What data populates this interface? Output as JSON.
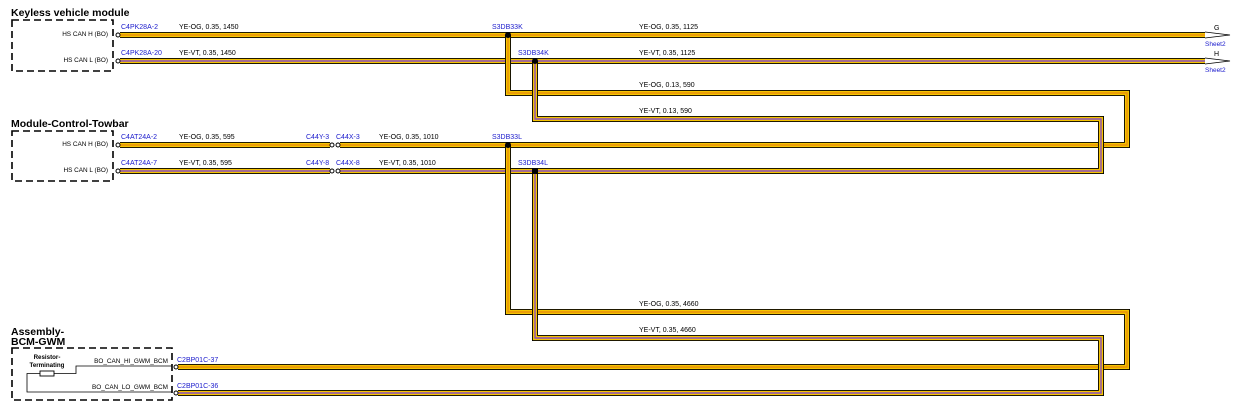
{
  "modules": {
    "keyless": {
      "title": "Keyless vehicle module",
      "pin_h": "HS CAN H (BO)",
      "pin_l": "HS CAN L (BO)"
    },
    "towbar": {
      "title": "Module-Control-Towbar",
      "pin_h": "HS CAN H (BO)",
      "pin_l": "HS CAN L (BO)"
    },
    "bcm": {
      "title_line1": "Assembly-",
      "title_line2": "BCM-GWM",
      "pin_h": "BO_CAN_HI_GWM_BCM",
      "pin_l": "BO_CAN_LO_GWM_BCM",
      "resistor_line1": "Resistor-",
      "resistor_line2": "Terminating"
    }
  },
  "connectors": {
    "c4pk28a_2": "C4PK28A-2",
    "c4pk28a_20": "C4PK28A-20",
    "c4at24a_2": "C4AT24A-2",
    "c4at24a_7": "C4AT24A-7",
    "c44y_3": "C44Y-3",
    "c44x_3": "C44X-3",
    "c44y_8": "C44Y-8",
    "c44x_8": "C44X-8",
    "c2bp01c_37": "C2BP01C-37",
    "c2bp01c_36": "C2BP01C-36"
  },
  "splices": {
    "s3db33k": "S3DB33K",
    "s3db34k": "S3DB34K",
    "s3db33l": "S3DB33L",
    "s3db34l": "S3DB34L"
  },
  "wires": {
    "w1": "YE-OG,  0.35,  1450",
    "w2": "YE-OG,  0.35,  1125",
    "w3": "YE-VT,  0.35,  1450",
    "w4": "YE-VT,  0.35,  1125",
    "w5": "YE-OG,  0.13,  590",
    "w6": "YE-VT,  0.13,  590",
    "w7": "YE-OG,  0.35,  595",
    "w8": "YE-OG,  0.35,  1010",
    "w9": "YE-VT,  0.35,  595",
    "w10": "YE-VT,  0.35,  1010",
    "w11": "YE-OG,  0.35,  4660",
    "w12": "YE-VT,  0.35,  4660"
  },
  "offpage": {
    "g_letter": "G",
    "g_sheet": "Sheet2",
    "h_letter": "H",
    "h_sheet": "Sheet2"
  },
  "colors": {
    "yellow": "#f5c400",
    "orange": "#e8900a",
    "violet": "#8a4fc0",
    "connector_text": "#1a1acc"
  }
}
